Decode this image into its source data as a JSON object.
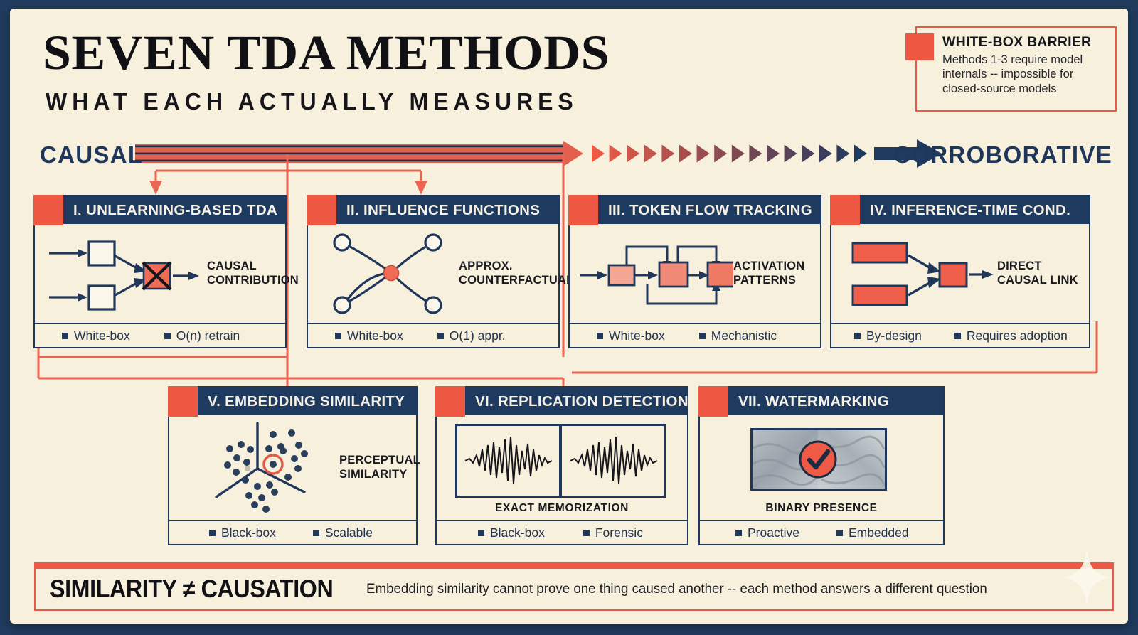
{
  "header": {
    "title": "SEVEN TDA METHODS",
    "subtitle": "WHAT EACH ACTUALLY MEASURES"
  },
  "legend": {
    "title": "WHITE-BOX BARRIER",
    "body": "Methods 1-3 require model internals -- impossible for closed-source models"
  },
  "spectrum": {
    "left_label": "CAUSAL",
    "right_label": "CORROBORATIVE",
    "triangle_count": 16,
    "start_color": "#ec5a46",
    "end_color": "#1f3a5f"
  },
  "cards": [
    {
      "id": "unlearning-based-tda",
      "title": "I. UNLEARNING-BASED TDA",
      "measure": "CAUSAL\nCONTRIBUTION",
      "measure_lines": [
        "CAUSAL",
        "CONTRIBUTION"
      ],
      "viz": "two-boxes-to-crossed-box",
      "caption": "",
      "tags": [
        "White-box",
        "O(n) retrain"
      ]
    },
    {
      "id": "influence-functions",
      "title": "II. INFLUENCE FUNCTIONS",
      "measure_lines": [
        "APPROX.",
        "COUNTERFACTUAL"
      ],
      "viz": "four-node-network-red-hub",
      "caption": "",
      "tags": [
        "White-box",
        "O(1) appr."
      ]
    },
    {
      "id": "token-flow-tracking",
      "title": "III. TOKEN FLOW TRACKING",
      "measure_lines": [
        "ACTIVATION",
        "PATTERNS"
      ],
      "viz": "chain-of-blocks-with-skips",
      "caption": "",
      "tags": [
        "White-box",
        "Mechanistic"
      ]
    },
    {
      "id": "inference-time-cond",
      "title": "IV. INFERENCE-TIME COND.",
      "measure_lines": [
        "DIRECT",
        "CAUSAL LINK"
      ],
      "viz": "two-bars-merge-to-box",
      "caption": "",
      "tags": [
        "By-design",
        "Requires adoption"
      ]
    },
    {
      "id": "embedding-similarity",
      "title": "V. EMBEDDING SIMILARITY",
      "measure_lines": [
        "PERCEPTUAL",
        "SIMILARITY"
      ],
      "viz": "three-axis-scatter-with-highlight",
      "caption": "",
      "tags": [
        "Black-box",
        "Scalable"
      ]
    },
    {
      "id": "replication-detection",
      "title": "VI. REPLICATION DETECTION",
      "measure_lines": [],
      "viz": "two-matching-waveforms",
      "caption": "EXACT MEMORIZATION",
      "tags": [
        "Black-box",
        "Forensic"
      ]
    },
    {
      "id": "watermarking",
      "title": "VII. WATERMARKING",
      "measure_lines": [],
      "viz": "textured-panel-with-check",
      "caption": "BINARY PRESENCE",
      "tags": [
        "Proactive",
        "Embedded"
      ]
    }
  ],
  "banner": {
    "title": "SIMILARITY ≠ CAUSATION",
    "text": "Embedding similarity cannot prove one thing caused another -- each method answers a different question"
  },
  "colors": {
    "paper": "#f7f0dc",
    "navy": "#1f3a5f",
    "red": "#ee5842",
    "ink": "#111014"
  }
}
